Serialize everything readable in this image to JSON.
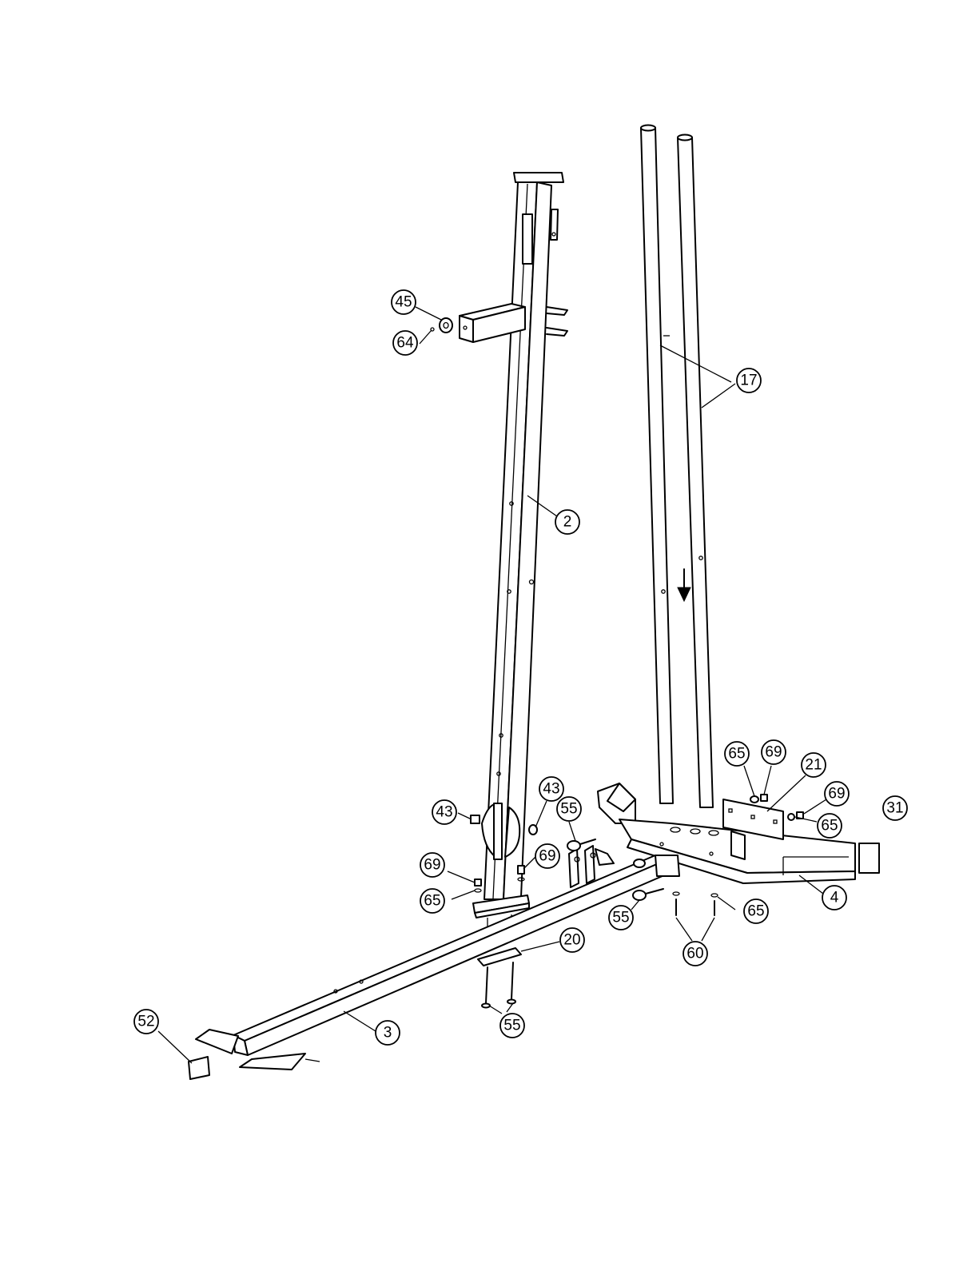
{
  "diagram": {
    "labels": [
      {
        "id": "lbl-45",
        "text": "45"
      },
      {
        "id": "lbl-64",
        "text": "64"
      },
      {
        "id": "lbl-17",
        "text": "17"
      },
      {
        "id": "lbl-2",
        "text": "2"
      },
      {
        "id": "lbl-65a",
        "text": "65"
      },
      {
        "id": "lbl-69a",
        "text": "69"
      },
      {
        "id": "lbl-21",
        "text": "21"
      },
      {
        "id": "lbl-69b",
        "text": "69"
      },
      {
        "id": "lbl-31",
        "text": "31"
      },
      {
        "id": "lbl-65b",
        "text": "65"
      },
      {
        "id": "lbl-43a",
        "text": "43"
      },
      {
        "id": "lbl-43b",
        "text": "43"
      },
      {
        "id": "lbl-55a",
        "text": "55"
      },
      {
        "id": "lbl-69c",
        "text": "69"
      },
      {
        "id": "lbl-69d",
        "text": "69"
      },
      {
        "id": "lbl-65c",
        "text": "65"
      },
      {
        "id": "lbl-4",
        "text": "4"
      },
      {
        "id": "lbl-55b",
        "text": "55"
      },
      {
        "id": "lbl-65d",
        "text": "65"
      },
      {
        "id": "lbl-60",
        "text": "60"
      },
      {
        "id": "lbl-20",
        "text": "20"
      },
      {
        "id": "lbl-52",
        "text": "52"
      },
      {
        "id": "lbl-3",
        "text": "3"
      },
      {
        "id": "lbl-55c",
        "text": "55"
      }
    ]
  }
}
